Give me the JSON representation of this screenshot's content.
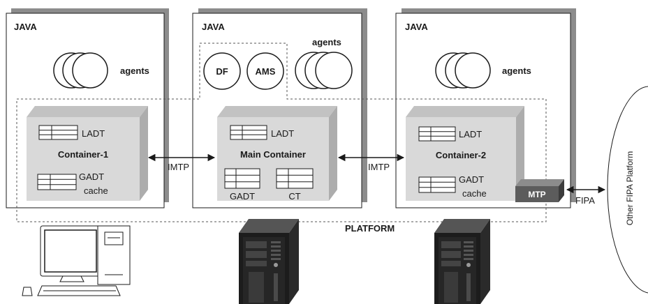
{
  "java_label": "JAVA",
  "agents_label": "agents",
  "df_label": "DF",
  "ams_label": "AMS",
  "containers": {
    "left": {
      "name": "Container-1",
      "ladt": "LADT",
      "gadt": "GADT",
      "cache": "cache"
    },
    "main": {
      "name": "Main Container",
      "ladt": "LADT",
      "gadt": "GADT",
      "ct": "CT"
    },
    "right": {
      "name": "Container-2",
      "ladt": "LADT",
      "gadt": "GADT",
      "cache": "cache",
      "mtp": "MTP"
    }
  },
  "links": {
    "imtp_left": "IMTP",
    "imtp_right": "IMTP",
    "fipa": "FIPA"
  },
  "platform_label": "PLATFORM",
  "other_platform_label": "Other FIPA Platform",
  "colors": {
    "shadow": "#8c8c8c",
    "box_front": "#d9d9d9",
    "box_top": "#c2c2c2",
    "box_side": "#adadad",
    "mtp_dark": "#5c5c5c",
    "stroke": "#1a1a1a",
    "server": "#1c1c1c"
  },
  "icons": [
    "desktop-computer-icon",
    "tower-server-icon"
  ]
}
